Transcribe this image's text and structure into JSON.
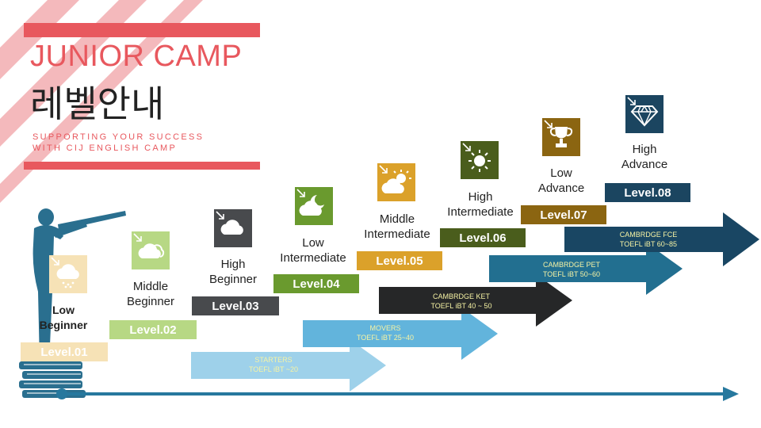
{
  "brand": {
    "title": "JUNIOR CAMP",
    "korean": "레벨안내",
    "sub_line1": "SUPPORTING YOUR SUCCESS",
    "sub_line2": "WITH CIJ ENGLISH CAMP"
  },
  "colors": {
    "accent": "#e8585e",
    "stripe": "#f4b9bc",
    "timeline": "#26789e",
    "silhouette": "#2a6f8f"
  },
  "levels": [
    {
      "label": "Level.01",
      "name_line1": "Low",
      "name_line2": "Beginner",
      "icon": "cloud-rain-icon",
      "color": "#f6e2b6"
    },
    {
      "label": "Level.02",
      "name_line1": "Middle",
      "name_line2": "Beginner",
      "icon": "cloud-icon",
      "color": "#b7d884"
    },
    {
      "label": "Level.03",
      "name_line1": "High",
      "name_line2": "Beginner",
      "icon": "cloud-icon",
      "color": "#484a4d"
    },
    {
      "label": "Level.04",
      "name_line1": "Low",
      "name_line2": "Intermediate",
      "icon": "cloud-moon-icon",
      "color": "#6a9a2e"
    },
    {
      "label": "Level.05",
      "name_line1": "Middle",
      "name_line2": "Intermediate",
      "icon": "cloud-sun-icon",
      "color": "#dba12a"
    },
    {
      "label": "Level.06",
      "name_line1": "High",
      "name_line2": "Intermediate",
      "icon": "sun-icon",
      "color": "#4a5d1c"
    },
    {
      "label": "Level.07",
      "name_line1": "Low",
      "name_line2": "Advance",
      "icon": "trophy-icon",
      "color": "#8b6511"
    },
    {
      "label": "Level.08",
      "name_line1": "High",
      "name_line2": "Advance",
      "icon": "diamond-icon",
      "color": "#1b4560"
    }
  ],
  "arrows": [
    {
      "line1": "STARTERS",
      "line2": "TOEFL iBT ~20",
      "color": "#9ed1ea",
      "text_color": "#f6f3a4"
    },
    {
      "line1": "MOVERS",
      "line2": "TOEFL iBT 25~40",
      "color": "#62b4dc",
      "text_color": "#f6f3a4"
    },
    {
      "line1": "CAMBRDGE  KET",
      "line2": "TOEFL iBT 40 ~ 50",
      "color": "#262728",
      "text_color": "#f6f3a4"
    },
    {
      "line1": "CAMBRDGE  PET",
      "line2": "TOEFL iBT 50~60",
      "color": "#226f90",
      "text_color": "#f6f3a4"
    },
    {
      "line1": "CAMBRDGE  FCE",
      "line2": "TOEFL iBT 60~85",
      "color": "#194663",
      "text_color": "#f6f3a4"
    }
  ]
}
